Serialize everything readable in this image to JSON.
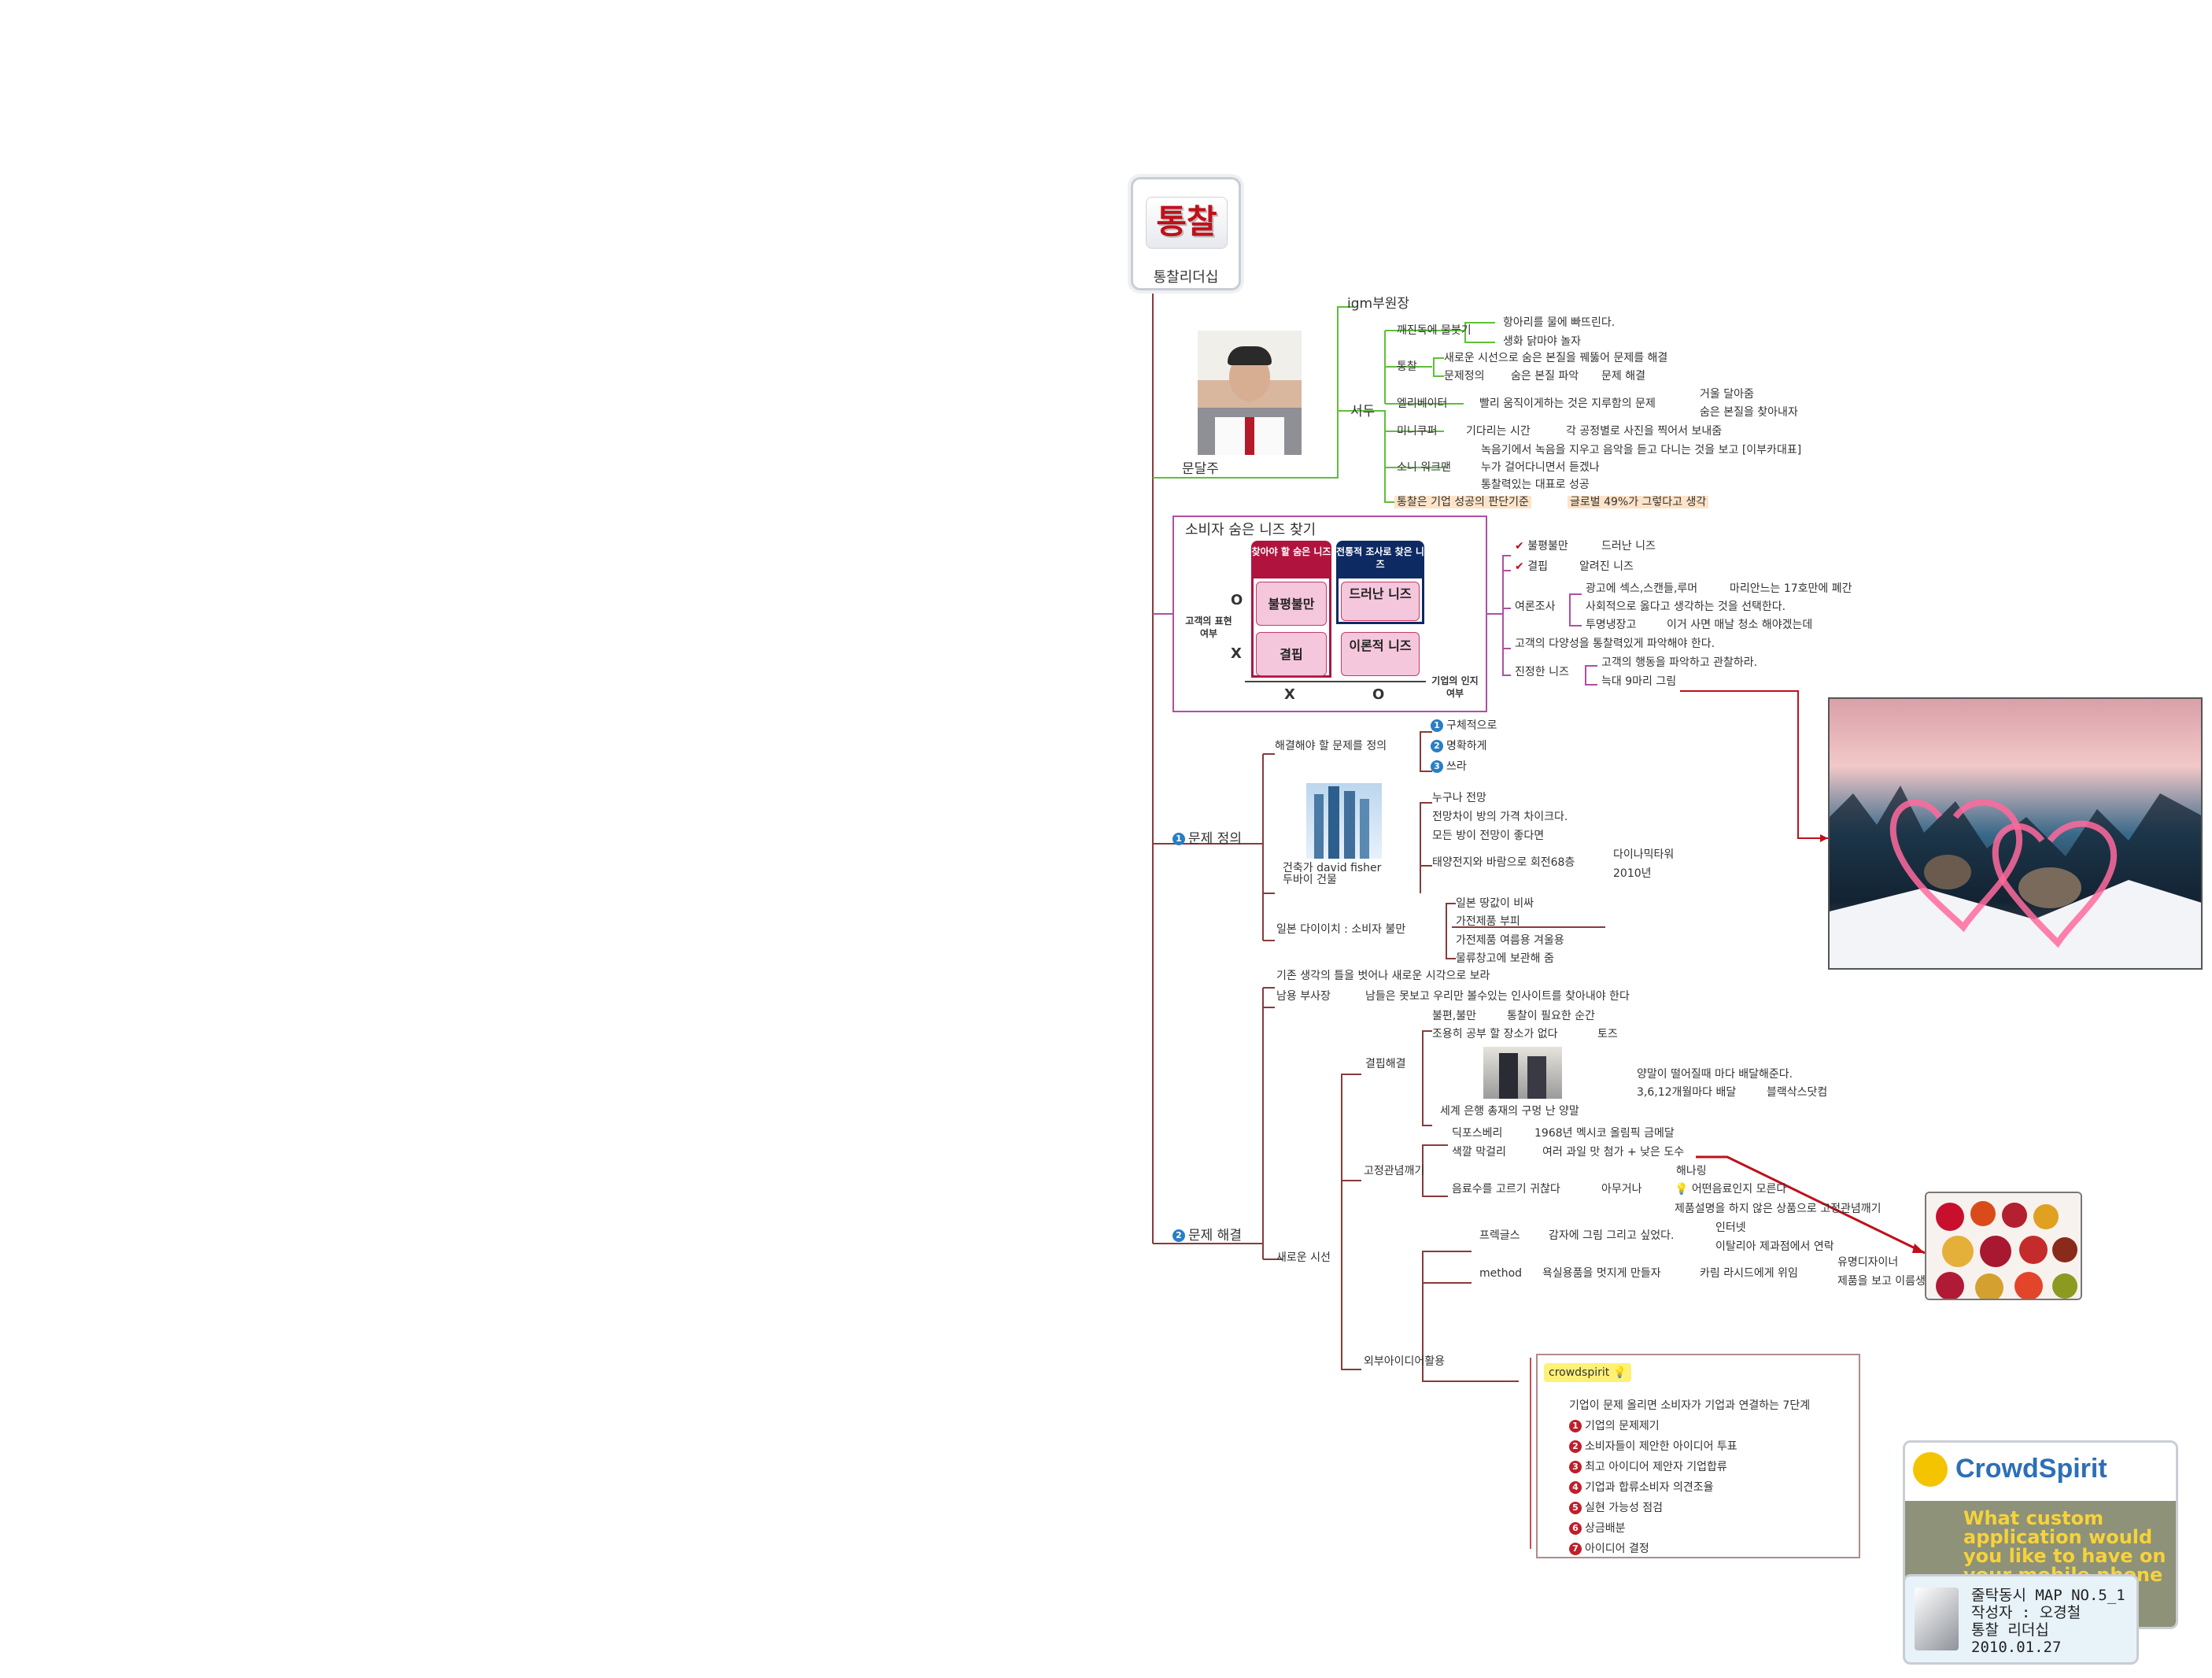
{
  "root": {
    "logo_text": "통찰",
    "title": "통찰리더십"
  },
  "speaker": {
    "name": "문달주",
    "org": "igm부원장",
    "intro": "서두",
    "sub": [
      {
        "label": "깨진독에 물붓기",
        "items": [
          "항아리를 물에 빠뜨린다.",
          "생화 닭마야 놀자"
        ]
      },
      {
        "label": "통찰",
        "items": [
          "새로운 시선으로 숨은 본질을 꿰뚫어 문제를 해결",
          "문제정의",
          "숨은 본질 파악",
          "문제 해결"
        ]
      },
      {
        "label": "엘리베이터",
        "items": [
          "빨리 움직이게하는 것은 지루함의 문제",
          "거울 달아줌",
          "숨은 본질을 찾아내자"
        ]
      },
      {
        "label": "미니쿠퍼",
        "items": [
          "기다리는 시간",
          "각 공정별로 사진을 찍어서 보내줌"
        ]
      },
      {
        "label": "소니 워크맨",
        "items": [
          "녹음기에서 녹음을 지우고 음악을 듣고 다니는 것을 보고 [이부카대표]",
          "누가 걸어다니면서 듣겠나",
          "통찰력있는 대표로 성공"
        ]
      },
      {
        "label": "통찰은 기업 성공의 판단기준",
        "items": [
          "글로벌 49%가 그렇다고 생각"
        ]
      }
    ]
  },
  "matrix": {
    "title": "소비자 숨은 니즈 찾기",
    "head_left": "찾아야 할 숨은 니즈",
    "head_right": "전통적 조사로 찾은 니즈",
    "cells": [
      "불평불만",
      "드러난 니즈",
      "결핍",
      "이론적 니즈"
    ],
    "y_axis": "고객의 표현 여부",
    "x_axis": "기업의 인지 여부",
    "o": "O",
    "x": "X",
    "items": [
      {
        "label": "불평불만",
        "sub": [
          "드러난 니즈"
        ]
      },
      {
        "label": "결핍",
        "sub": [
          "알려진 니즈"
        ]
      },
      {
        "label": "여론조사",
        "sub": [
          "광고에 섹스,스캔들,루머",
          "마리안느는 17호만에 폐간",
          "사회적으로 옳다고 생각하는 것을 선택한다.",
          "투명냉장고",
          "이거 사면 매날 청소 해야겠는데"
        ]
      },
      {
        "label": "고객의 다양성을 통찰력있게 파악해야 한다.",
        "sub": []
      },
      {
        "label": "진정한 니즈",
        "sub": [
          "고객의 행동을 파악하고 관찰하라.",
          "늑대 9마리 그림"
        ]
      }
    ]
  },
  "problem_def": {
    "label": "문제 정의",
    "number": "1",
    "goal": "해결해야 할 문제를 정의",
    "steps": [
      {
        "n": "1",
        "text": "구체적으로"
      },
      {
        "n": "2",
        "text": "명확하게"
      },
      {
        "n": "3",
        "text": "쓰라"
      }
    ],
    "building_caption": "건축가 david fisher\n두바이 건물",
    "building_items": [
      "누구나 전망",
      "전망차이 방의 가격 차이크다.",
      "모든 방이 전망이 좋다면",
      "태양전지와 바람으로 회전68층",
      "다이나믹타워",
      "2010년"
    ],
    "daiichi": "일본 다이이치 : 소비자 불만",
    "daiichi_items": [
      "일본 땅값이 비싸",
      "가전제품 부피",
      "가전제품 여름용 겨울용",
      "물류창고에 보관해 줌"
    ]
  },
  "problem_solve": {
    "label": "문제 해결",
    "number": "2",
    "top": "기존 생각의 틀을 벗어나 새로운 시각으로 보라",
    "namyong": "남용 부사장",
    "namyong_item": "남들은 못보고 우리만 볼수있는 인사이트를 찾아내야 한다",
    "new_view": "새로운 시선",
    "gap": "결핍해결",
    "gap_items": [
      "불편,불만",
      "통찰이 필요한 순간",
      "조용히 공부 할 장소가 없다",
      "토즈",
      "세계 은행 총재의 구멍 난 양말",
      "양말이 떨어질때 마다 배달해준다.",
      "3,6,12개월마다 배달",
      "블랙삭스닷컴"
    ],
    "fixed": "고정관념깨기",
    "fixed_items": [
      "딕포스베리",
      "1968년 멕시코 올림픽 금메달",
      "색깔 막걸리",
      "여러 과일 맛 첨가 + 낮은 도수",
      "음료수를 고르기 귀찮다",
      "아무거나",
      "해나링",
      "어떤음료인지 모른다",
      "제품설명을 하지 않은 상품으로 고정관념깨기"
    ],
    "external": "외부아이디어활용",
    "ext_items": [
      "프렉글스",
      "감자에 그림 그리고 싶었다.",
      "인터넷",
      "이탈리아 제과점에서 연락",
      "method",
      "욕실용품을 멋지게 만들자",
      "카림 라시드에게 위임",
      "유명디자이너",
      "제품을 보고 이름생각"
    ],
    "crowd": "crowdspirit",
    "crowd_intro": "기업이 문제 올리면 소비자가  기업과 연결하는 7단계",
    "crowd_steps": [
      "기업의 문제제기",
      "소비자들이 제안한 아이디어 투표",
      "최고 아이디어 제안자 기업합류",
      "기업과 합류소비자 의견조율",
      "실현 가능성 점검",
      "상금배분",
      "아이디어 결정"
    ]
  },
  "crowdspirit_logo": {
    "brand": "CrowdSpirit",
    "tagline": "What custom application would you like to have on your mobile phone"
  },
  "note": {
    "line1": "줄탁동시 MAP NO.5_1",
    "line2": "작성자 : 오경철",
    "line3": "통찰 리더십",
    "line4": "2010.01.27"
  },
  "colors": {
    "green": "#5fbf3a",
    "purple": "#b04fa0",
    "brown": "#8a3a3a",
    "red": "#c0101a",
    "navy": "#0d2a63",
    "magenta": "#b0143e"
  }
}
